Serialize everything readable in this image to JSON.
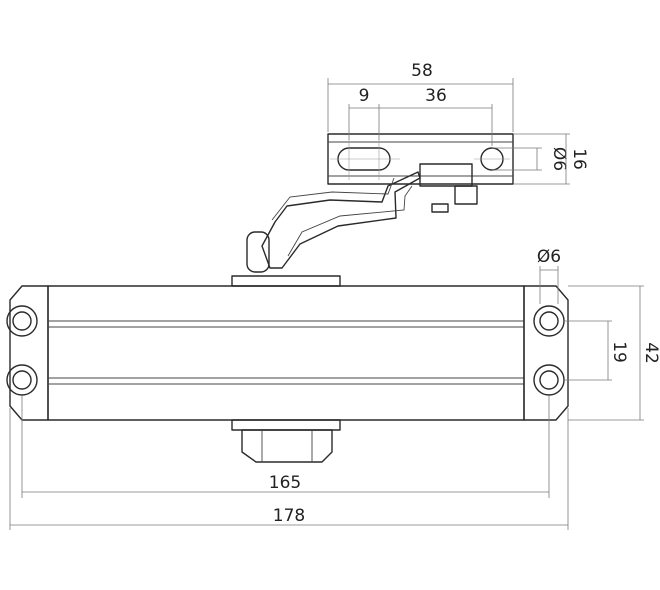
{
  "dimensions": {
    "bracket_length": "58",
    "slot_length": "9",
    "hole_spacing_bracket": "36",
    "bracket_hole_diameter": "Ø6",
    "bracket_height": "16",
    "body_hole_diameter": "Ø6",
    "body_hole_spacing": "19",
    "body_height": "42",
    "body_hole_centers": "165",
    "overall_length": "178"
  }
}
